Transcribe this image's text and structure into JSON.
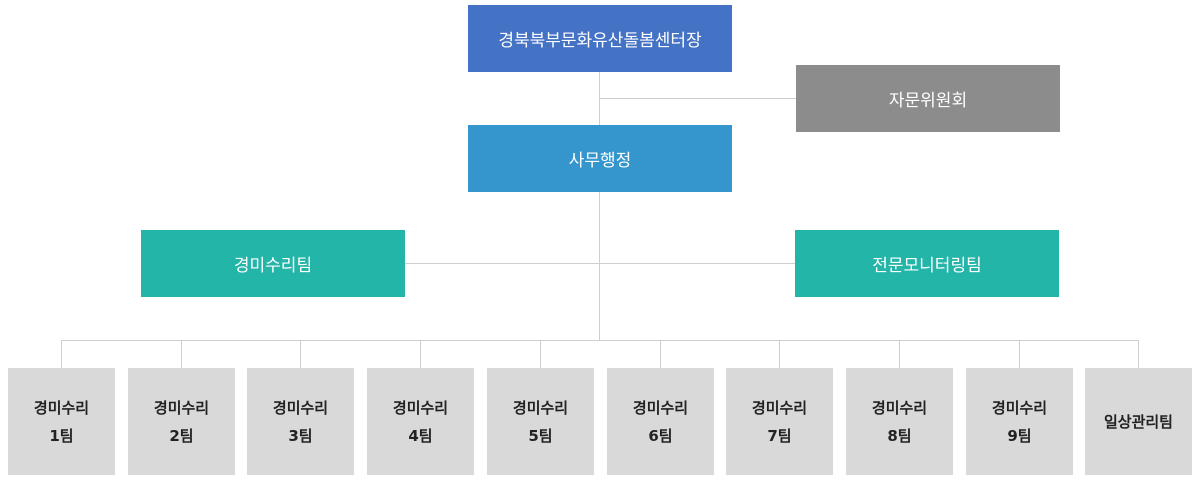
{
  "org": {
    "director": "경북북부문화유산돌봄센터장",
    "advisory": "자문위원회",
    "admin": "사무행정",
    "repair_team": "경미수리팀",
    "monitor_team": "전문모니터링팀",
    "units": [
      {
        "line1": "경미수리",
        "line2": "1팀"
      },
      {
        "line1": "경미수리",
        "line2": "2팀"
      },
      {
        "line1": "경미수리",
        "line2": "3팀"
      },
      {
        "line1": "경미수리",
        "line2": "4팀"
      },
      {
        "line1": "경미수리",
        "line2": "5팀"
      },
      {
        "line1": "경미수리",
        "line2": "6팀"
      },
      {
        "line1": "경미수리",
        "line2": "7팀"
      },
      {
        "line1": "경미수리",
        "line2": "8팀"
      },
      {
        "line1": "경미수리",
        "line2": "9팀"
      },
      {
        "line1": "일상관리팀",
        "line2": ""
      }
    ]
  },
  "colors": {
    "director": "#4472c4",
    "advisory": "#8c8c8c",
    "admin": "#3596ce",
    "team": "#22b5a8",
    "unit": "#d9d9d9",
    "connector": "#cfcfcf"
  }
}
